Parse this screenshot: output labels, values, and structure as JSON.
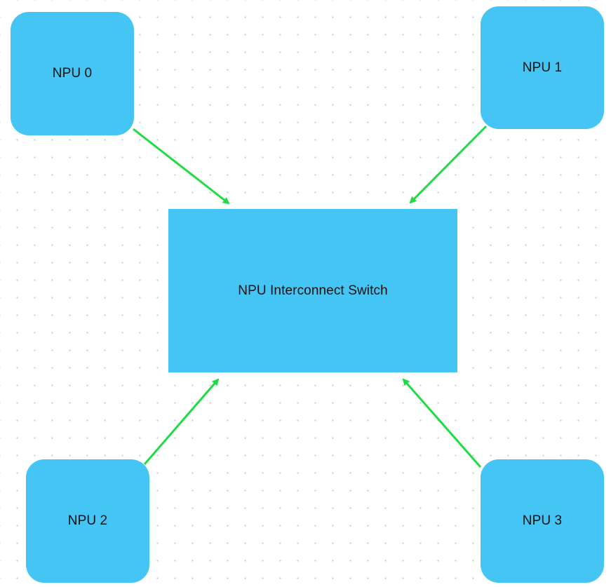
{
  "diagram": {
    "switch": {
      "label": "NPU Interconnect Switch"
    },
    "npus": [
      {
        "id": "npu-0",
        "label": "NPU 0"
      },
      {
        "id": "npu-1",
        "label": "NPU 1"
      },
      {
        "id": "npu-2",
        "label": "NPU 2"
      },
      {
        "id": "npu-3",
        "label": "NPU 3"
      }
    ],
    "edges": [
      {
        "from": "NPU 0",
        "to": "NPU Interconnect Switch"
      },
      {
        "from": "NPU 1",
        "to": "NPU Interconnect Switch"
      },
      {
        "from": "NPU 2",
        "to": "NPU Interconnect Switch"
      },
      {
        "from": "NPU 3",
        "to": "NPU Interconnect Switch"
      }
    ]
  },
  "colors": {
    "node_fill": "#44c5f3",
    "arrow": "#1fdc45",
    "text": "#111111",
    "background": "#ffffff",
    "grid_dots": "#c9c9c9"
  }
}
